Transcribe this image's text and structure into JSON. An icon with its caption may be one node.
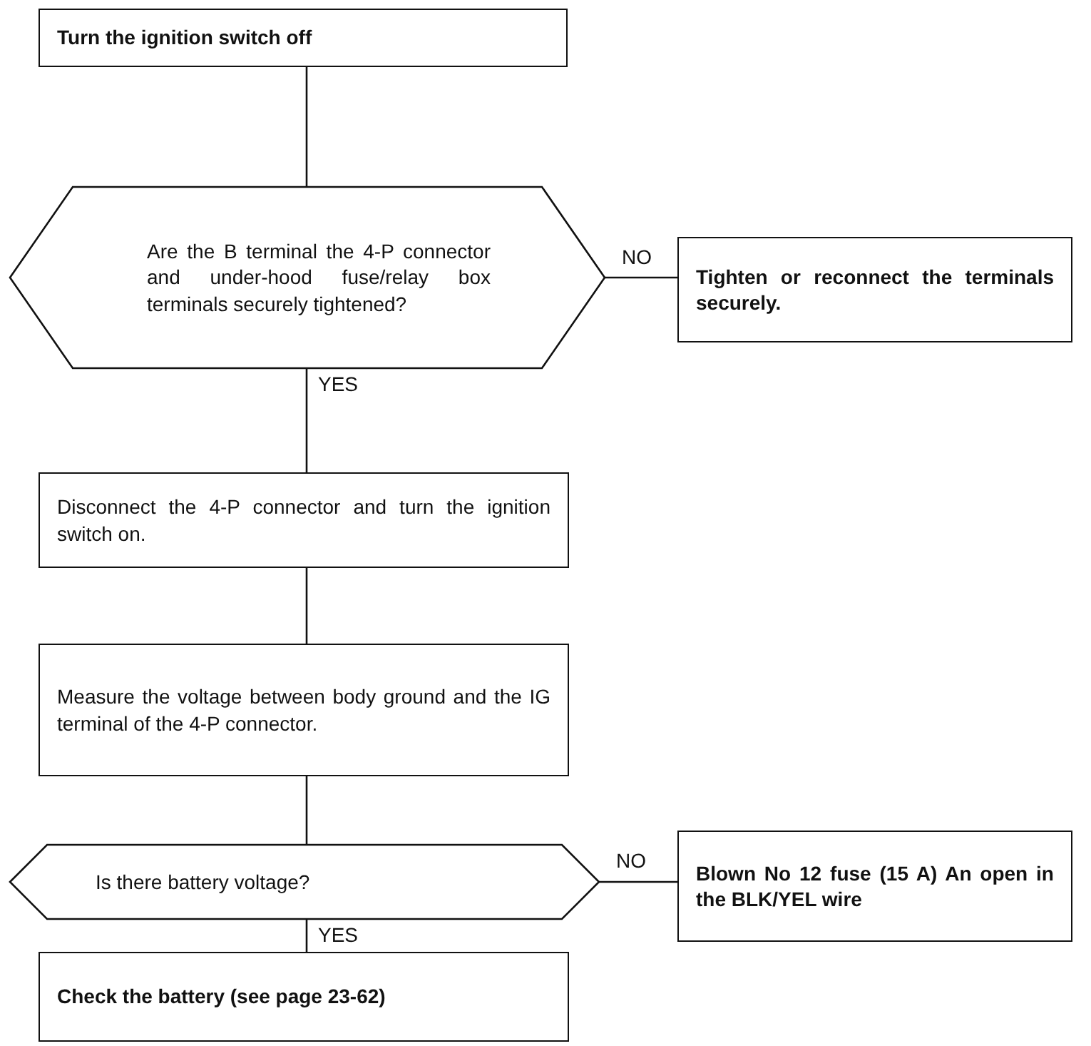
{
  "diagram": {
    "nodes": [
      {
        "text": [
          "Turn the ignition switch off"
        ]
      },
      {
        "text": [
          "Are the B terminal the 4-P connector and under-hood fuse/relay box terminals securely tightened?"
        ]
      },
      {
        "text": [
          "Tighten or reconnect the terminals securely."
        ]
      },
      {
        "text": [
          "Disconnect the 4-P connector and turn the ignition switch on."
        ]
      },
      {
        "text": [
          "Measure the voltage between body ground and the IG terminal of the 4-P connector."
        ]
      },
      {
        "text": [
          "Is there battery voltage?"
        ]
      },
      {
        "text": [
          "Blown No 12 fuse (15 A) An open in the BLK/YEL wire"
        ]
      },
      {
        "text": [
          "Check the battery (see page 23-62)"
        ]
      }
    ],
    "edges": [
      {
        "from": 0,
        "to": 1,
        "arrow": "none"
      },
      {
        "from": 1,
        "to": 2,
        "arrow": "none",
        "label": "NO"
      },
      {
        "from": 1,
        "to": 3,
        "arrow": "none",
        "label": "YES"
      },
      {
        "from": 3,
        "to": 4,
        "arrow": "none"
      },
      {
        "from": 4,
        "to": 5,
        "arrow": "none"
      },
      {
        "from": 5,
        "to": 6,
        "arrow": "none",
        "label": "NO"
      },
      {
        "from": 5,
        "to": 7,
        "arrow": "none",
        "label": "YES"
      }
    ]
  }
}
